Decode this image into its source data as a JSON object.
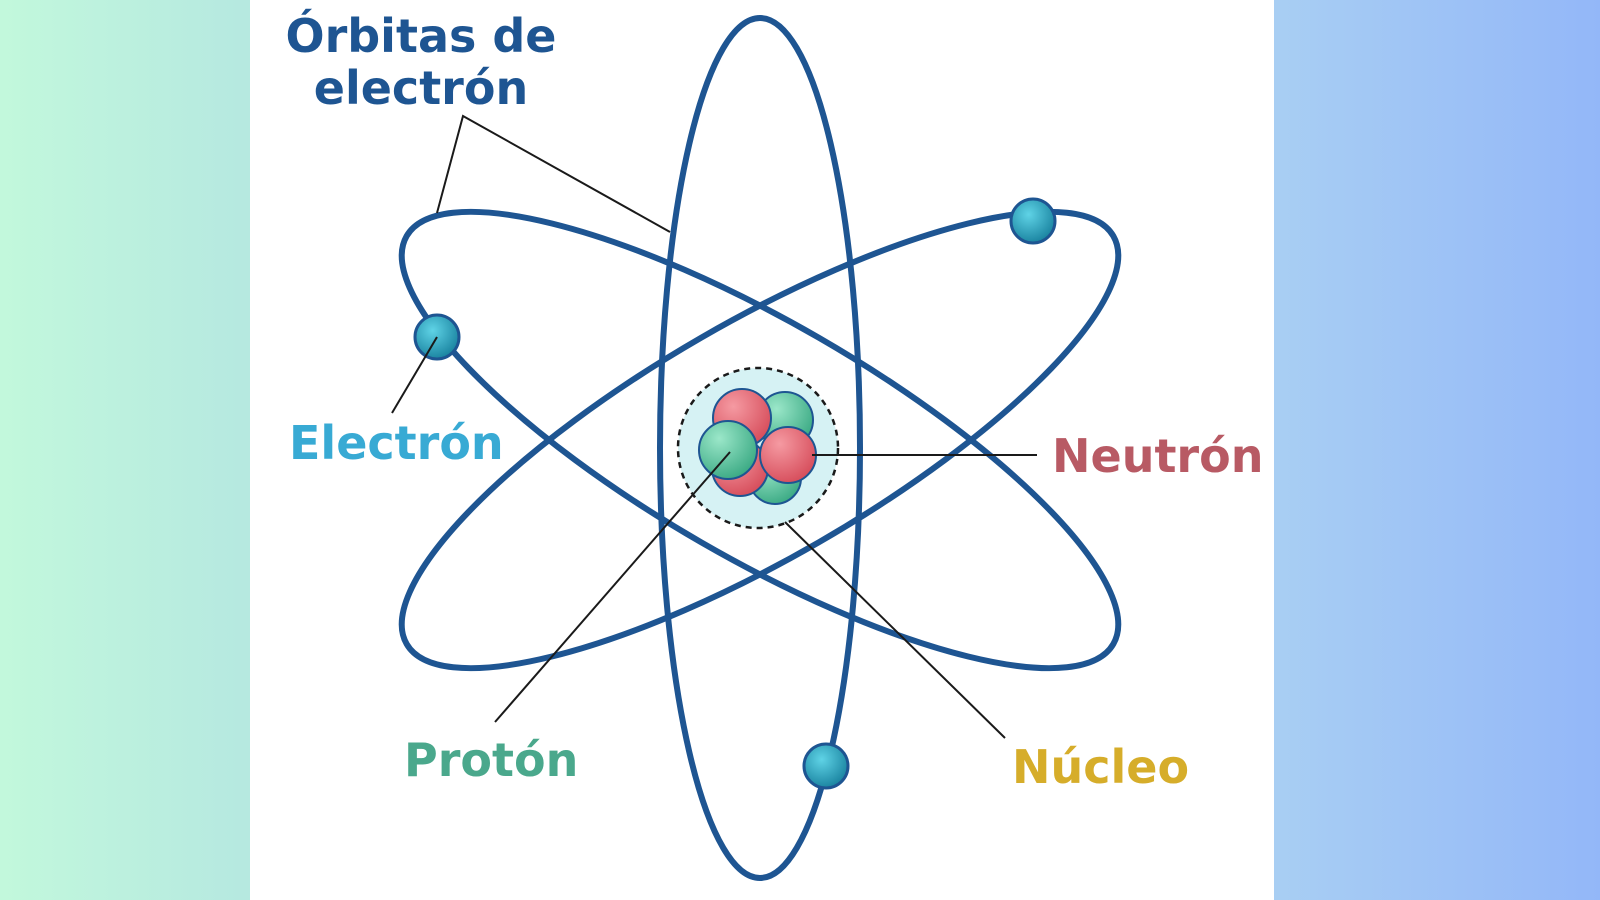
{
  "diagram": {
    "labels": {
      "orbitas_line1": "Órbitas de",
      "orbitas_line2": "electrón",
      "electron": "Electrón",
      "neutron": "Neutrón",
      "proton": "Protón",
      "nucleo": "Núcleo"
    },
    "colors": {
      "orbit": "#1e5592",
      "orbitas_text": "#1e5592",
      "electron_text": "#38aad4",
      "neutron_text": "#b85a64",
      "proton_text": "#4aa88c",
      "nucleo_text": "#d6ad2a",
      "electron_fill": "#1f9fb8",
      "proton_fill": "#e15f6a",
      "neutron_fill": "#5cc3a0",
      "nucleus_halo": "#d6f2f4"
    }
  }
}
